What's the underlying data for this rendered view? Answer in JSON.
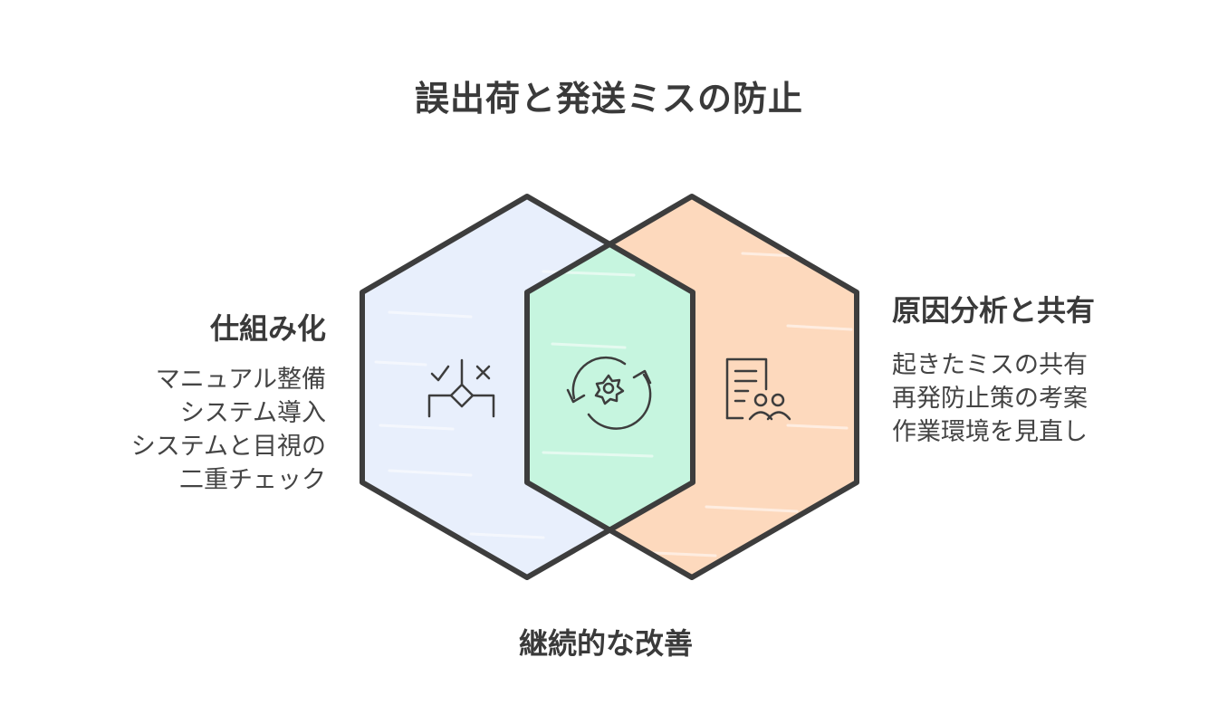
{
  "title": "誤出荷と発送ミスの防止",
  "left": {
    "title": "仕組み化",
    "items": [
      "マニュアル整備",
      "システム導入",
      "システムと目視の",
      "二重チェック"
    ],
    "color": "#e8effc",
    "icon": "decision-check-icon"
  },
  "right": {
    "title": "原因分析と共有",
    "items": [
      "起きたミスの共有",
      "再発防止策の考案",
      "作業環境を見直し"
    ],
    "color": "#fdd9bd",
    "icon": "document-team-icon"
  },
  "center": {
    "title": "継続的な改善",
    "color": "#c6f5df",
    "icon": "cycle-gear-icon"
  },
  "colors": {
    "outline": "#3d3d3d",
    "text": "#3a3a3a"
  }
}
